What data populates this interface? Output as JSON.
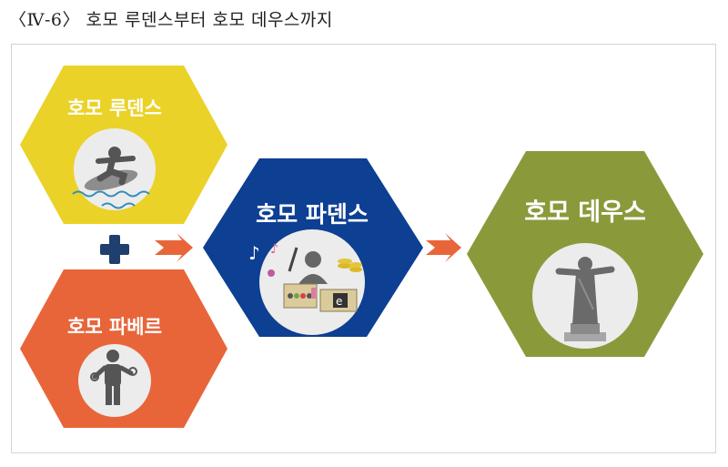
{
  "title": "〈Ⅳ-6〉 호모 루덴스부터 호모 데우스까지",
  "nodes": {
    "ludens": {
      "label": "호모 루덴스",
      "color": "#ead228"
    },
    "faber": {
      "label": "호모 파베르",
      "color": "#e8653a"
    },
    "pardens": {
      "label": "호모 파덴스",
      "color": "#0d3f93"
    },
    "deus": {
      "label": "호모 데우스",
      "color": "#8a9a3b"
    }
  },
  "icons": {
    "ludens": "surfer-icon",
    "faber": "worker-with-wrench-icon",
    "pardens": "creator-studio-icon",
    "deus": "statue-icon"
  },
  "connectors": {
    "plus_color": "#1f3f6e",
    "arrow_color": "#e8653a"
  }
}
